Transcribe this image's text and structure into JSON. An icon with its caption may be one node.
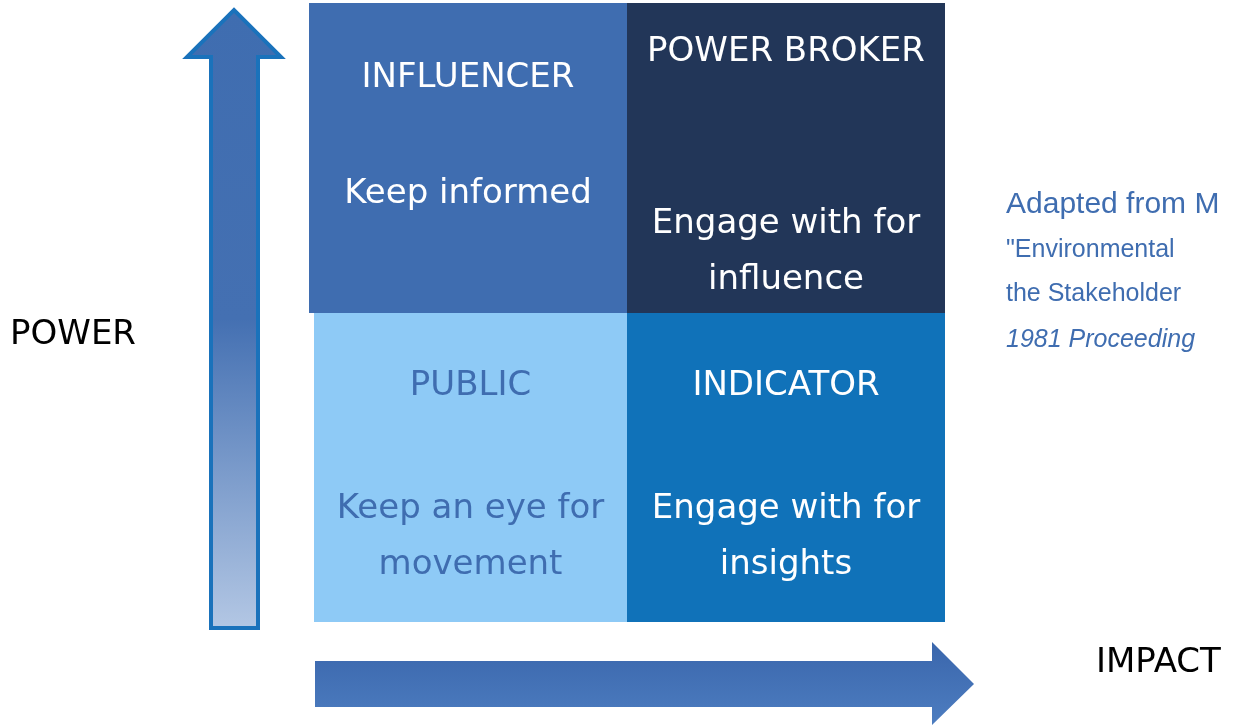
{
  "diagram": {
    "nodes": [
      {
        "text": [
          "INFLUENCER",
          "Keep informed"
        ]
      },
      {
        "text": [
          "POWER BROKER",
          "Engage with for influence"
        ]
      },
      {
        "text": [
          "PUBLIC",
          "Keep an eye for movement"
        ]
      },
      {
        "text": [
          "INDICATOR",
          "Engage with for insights"
        ]
      }
    ],
    "labels": [
      "POWER",
      "Adapted from M",
      "\"Environmental",
      "the Stakeholder",
      "1981 Proceeding",
      "IMPACT"
    ]
  }
}
